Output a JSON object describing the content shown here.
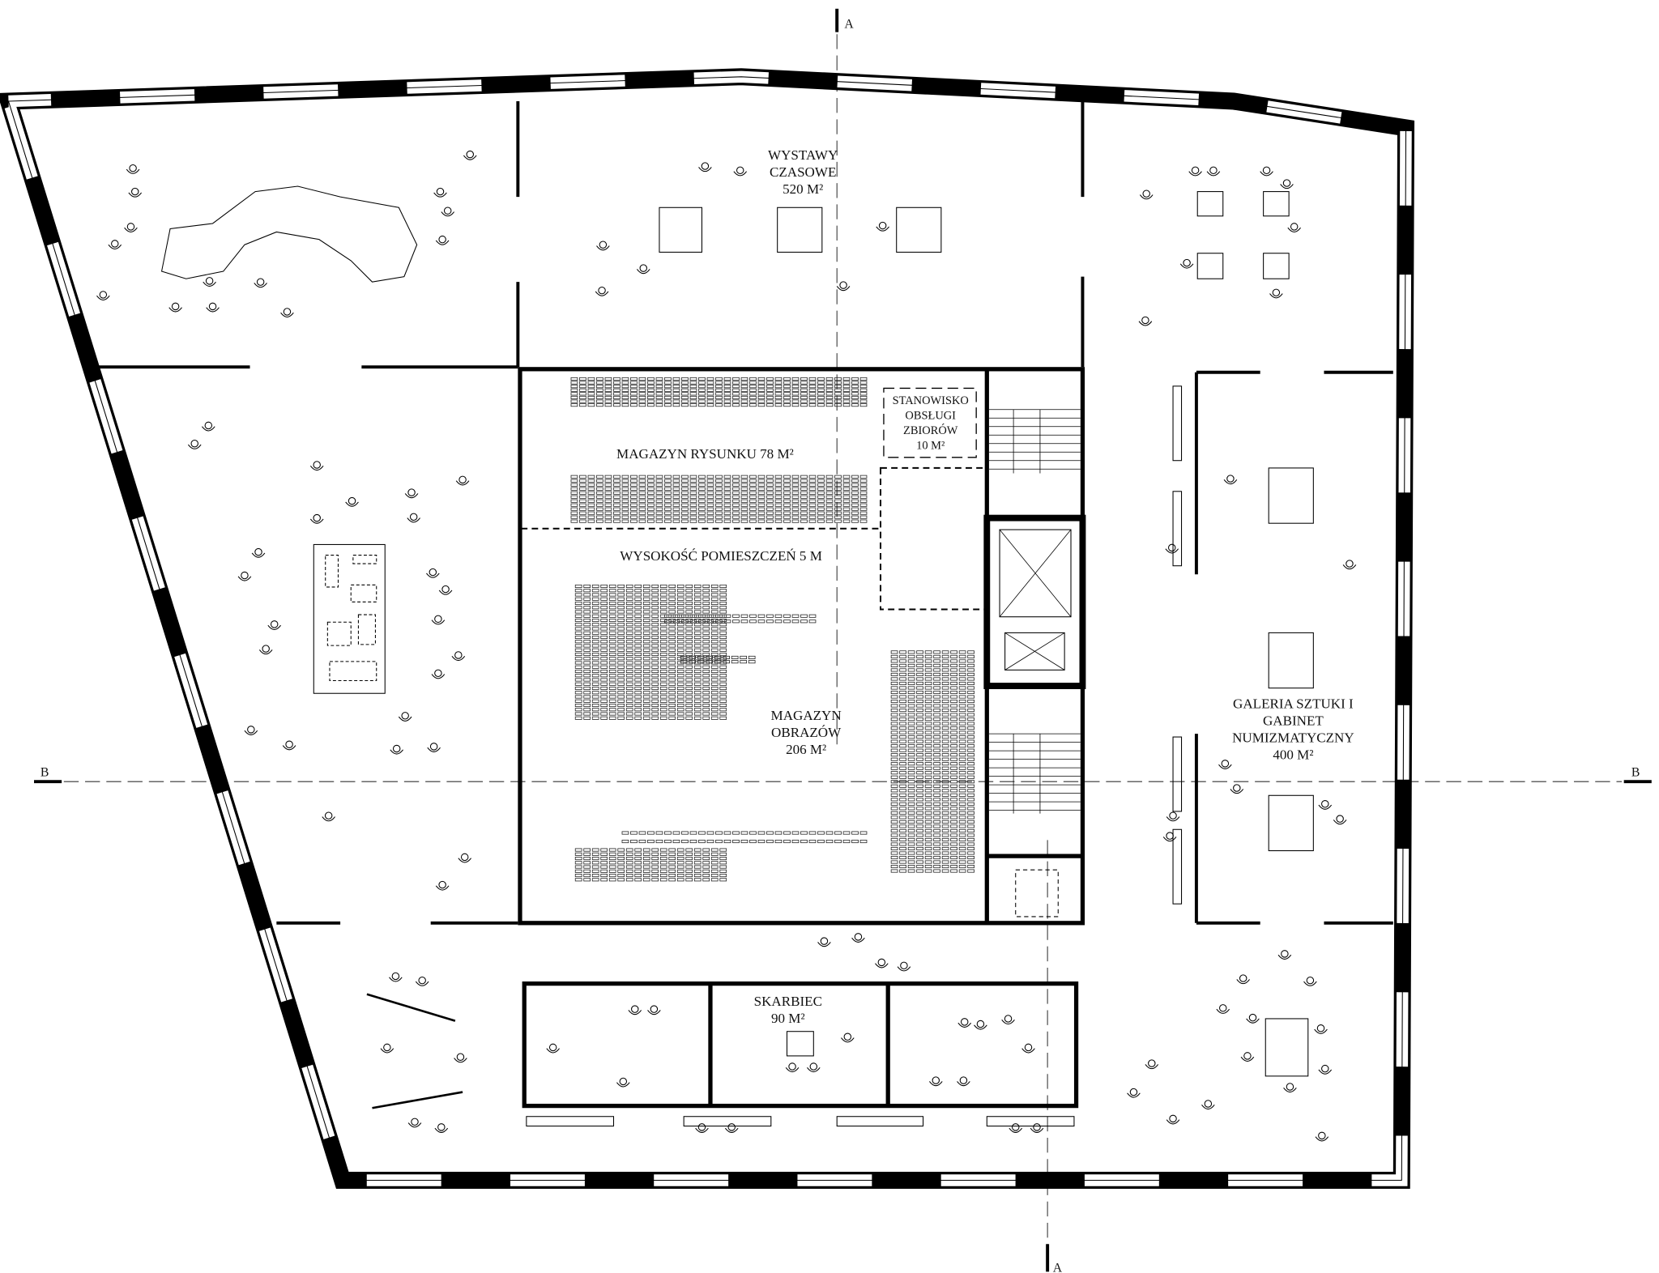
{
  "rooms": {
    "temporary_exhibitions": {
      "line1": "WYSTAWY",
      "line2": "CZASOWE",
      "area": "520 M²"
    },
    "collection_desk": {
      "line1": "STANOWISKO",
      "line2": "OBSŁUGI",
      "line3": "ZBIORÓW",
      "area": "10 M²"
    },
    "drawing_storage": {
      "label": "MAGAZYN RYSUNKU 78 M²"
    },
    "room_height": {
      "label": "WYSOKOŚĆ POMIESZCZEŃ 5 M"
    },
    "painting_storage": {
      "line1": "MAGAZYN",
      "line2": "OBRAZÓW",
      "area": "206 M²"
    },
    "art_gallery": {
      "line1": "GALERIA SZTUKI I",
      "line2": "GABINET",
      "line3": "NUMIZMATYCZNY",
      "area": "400 M²"
    },
    "treasury": {
      "line1": "SKARBIEC",
      "area": "90 M²"
    }
  },
  "section_markers": {
    "a_top": "A",
    "a_bottom": "A",
    "b_left": "B",
    "b_right": "B"
  }
}
